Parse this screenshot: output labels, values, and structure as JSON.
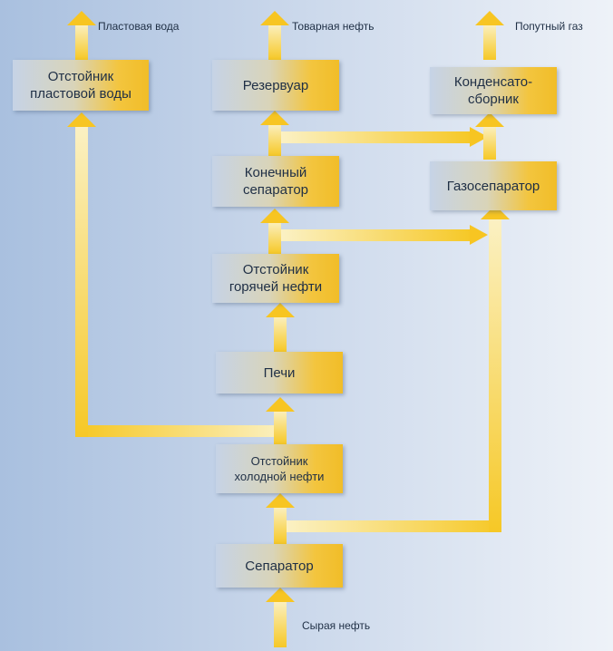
{
  "outputs": {
    "water": "Пластовая вода",
    "oil": "Товарная нефть",
    "gas": "Попутный газ"
  },
  "input": {
    "raw_oil": "Сырая нефть"
  },
  "units": {
    "water_settler": "Отстойник\nпластовой воды",
    "reservoir": "Резервуар",
    "condensate_collector": "Конденсато-\nсборник",
    "final_separator": "Конечный\nсепаратор",
    "gas_separator": "Газосепаратор",
    "hot_oil_settler": "Отстойник\nгорячей нефти",
    "furnaces": "Печи",
    "cold_oil_settler": "Отстойник\nхолодной нефти",
    "separator": "Сепаратор"
  },
  "colors": {
    "flow": "#f7c522",
    "box_right": "#f1bd28",
    "box_left": "#c6d3e6",
    "background_left": "#a9c0df",
    "background_right": "#eef2f8",
    "text": "#1f2f45"
  }
}
